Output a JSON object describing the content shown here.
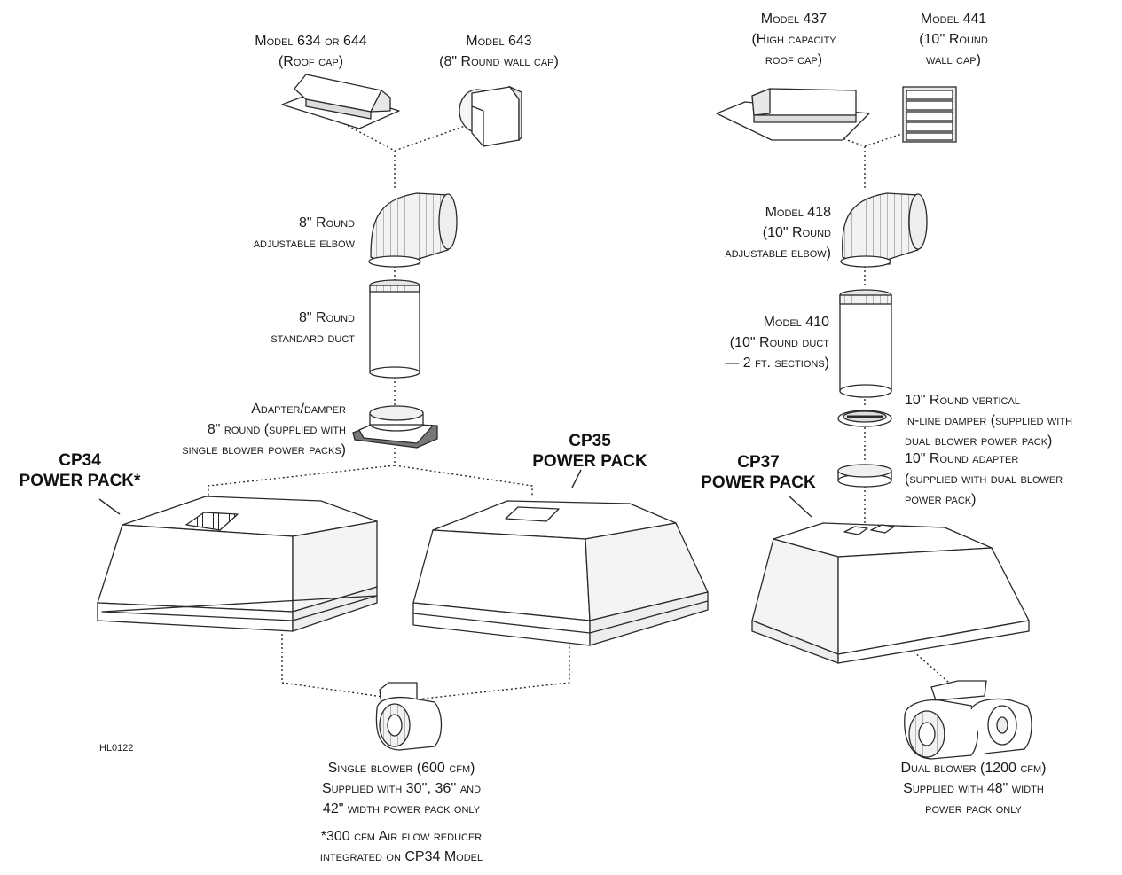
{
  "labels": {
    "model_634_644": [
      "Model 634 or 644",
      "(Roof cap)"
    ],
    "model_643": [
      "Model 643",
      "(8\" Round wall cap)"
    ],
    "model_437": [
      "Model 437",
      "(High capacity",
      "roof cap)"
    ],
    "model_441": [
      "Model 441",
      "(10'' Round",
      "wall cap)"
    ],
    "elbow_8": [
      "8\" Round",
      "adjustable elbow"
    ],
    "duct_8": [
      "8\" Round",
      "standard duct"
    ],
    "adapter_8": [
      "Adapter/damper",
      "8\" round (supplied with",
      "single blower power packs)"
    ],
    "model_418": [
      "Model 418",
      "(10\" Round",
      "adjustable elbow)"
    ],
    "model_410": [
      "Model 410",
      "(10\" Round duct",
      "— 2 ft. sections)"
    ],
    "damper_10": [
      "10\" Round vertical",
      "in-line damper (supplied with",
      "dual blower power pack)"
    ],
    "adapter_10": [
      "10\" Round adapter",
      "(supplied with dual blower",
      "power pack)"
    ],
    "single_blower": [
      "Single blower (600 cfm)",
      "Supplied with 30'', 36'' and",
      "42\" width power pack only"
    ],
    "reducer_note": [
      "*300 cfm Air flow reducer",
      "integrated on CP34 Model"
    ],
    "dual_blower": [
      "Dual blower (1200 cfm)",
      "Supplied with 48\" width",
      "power pack only"
    ]
  },
  "power_packs": {
    "cp34": [
      "CP34",
      "POWER PACK*"
    ],
    "cp35": [
      "CP35",
      "POWER PACK"
    ],
    "cp37": [
      "CP37",
      "POWER PACK"
    ]
  },
  "figure_code": "HL0122",
  "colors": {
    "line": "#2a2a2a",
    "fill": "#ffffff",
    "shade": "#e4e4e4",
    "dark": "#9a9a9a"
  }
}
